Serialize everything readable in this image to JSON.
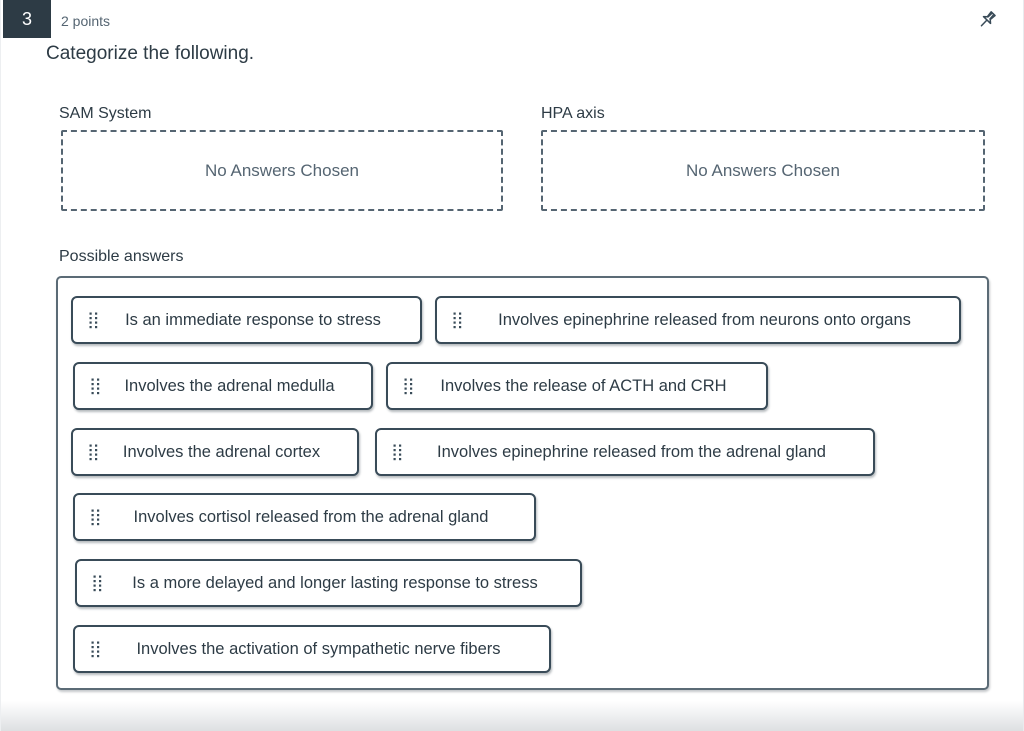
{
  "question": {
    "number": "3",
    "points_label": "2 points",
    "stem": "Categorize the following."
  },
  "categories": [
    {
      "label": "SAM System",
      "empty_text": "No Answers Chosen"
    },
    {
      "label": "HPA axis",
      "empty_text": "No Answers Chosen"
    }
  ],
  "possible_answers": {
    "label": "Possible answers",
    "items": [
      "Is an immediate response to stress",
      "Involves epinephrine released from neurons onto organs",
      "Involves the adrenal medulla",
      "Involves the release of ACTH and CRH",
      "Involves the adrenal cortex",
      "Involves epinephrine released from the adrenal gland",
      "Involves cortisol released from the adrenal gland",
      "Is a more delayed and longer lasting response to stress",
      "Involves the activation of sympathetic nerve fibers"
    ]
  },
  "icons": {
    "pin": "pushpin-icon",
    "drag_handle": "drag-handle-icon"
  },
  "colors": {
    "badge_bg": "#2d3b45",
    "text_dark": "#2d3b45",
    "text_muted": "#556572",
    "chip_border": "#394b58",
    "container_border": "#5b6b76"
  }
}
